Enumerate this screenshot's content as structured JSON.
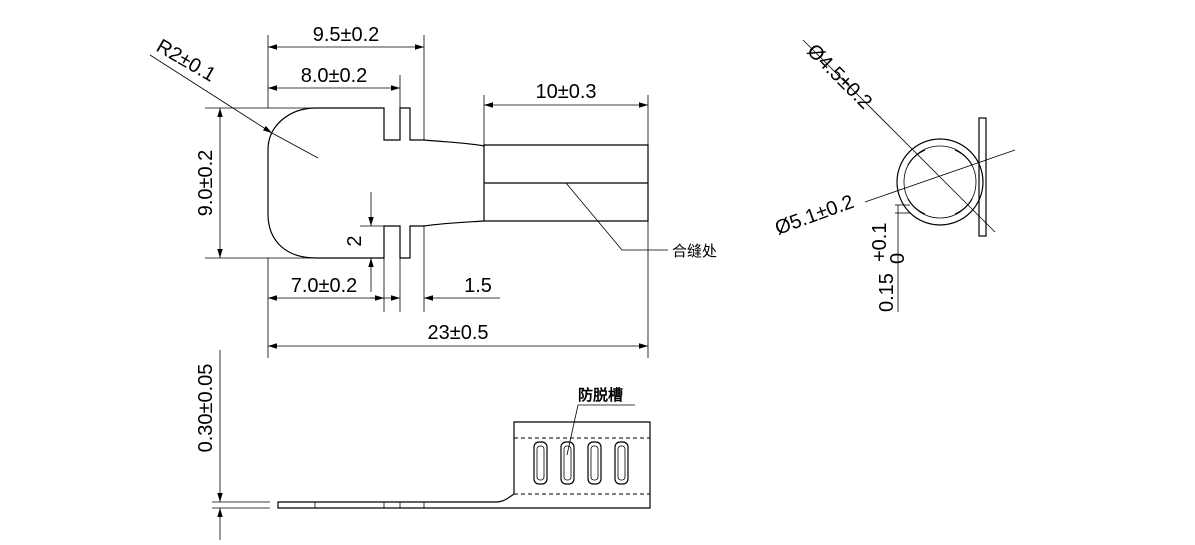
{
  "top_view": {
    "dim_9_5": "9.5±0.2",
    "dim_8_0": "8.0±0.2",
    "dim_10": "10±0.3",
    "dim_r2": "R2±0.1",
    "dim_9_0": "9.0±0.2",
    "dim_2": "2",
    "dim_7_0": "7.0±0.2",
    "dim_1_5": "1.5",
    "dim_23": "23±0.5",
    "seam_label": "合缝处"
  },
  "end_view": {
    "dia_inner": "Ø4.5±0.2",
    "dia_outer": "Ø5.1±0.2",
    "thickness_base": "0.15",
    "thickness_upper": "+0.1",
    "thickness_lower": "0"
  },
  "side_view": {
    "groove_label": "防脱槽",
    "dim_thickness": "0.30±0.05"
  }
}
